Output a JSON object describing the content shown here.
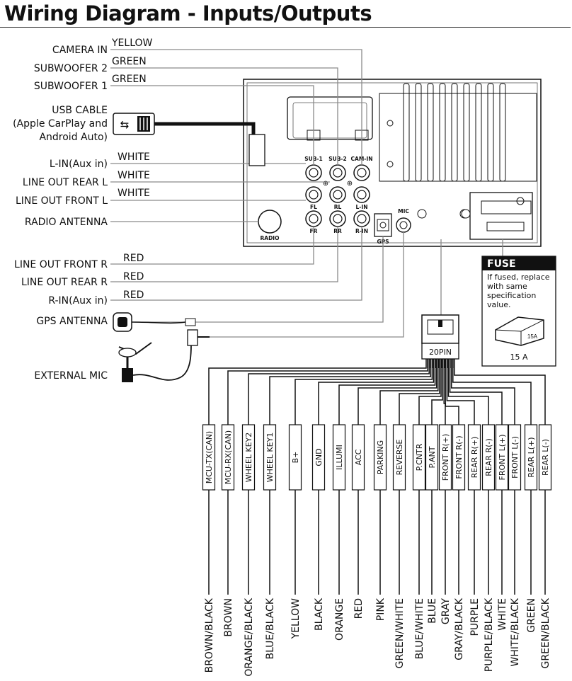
{
  "title": "Wiring Diagram - Inputs/Outputs",
  "left_labels": [
    {
      "name": "CAMERA IN",
      "color": "YELLOW"
    },
    {
      "name": "SUBWOOFER 2",
      "color": "GREEN"
    },
    {
      "name": "SUBWOOFER 1",
      "color": "GREEN"
    },
    {
      "name": "USB CABLE\n(Apple CarPlay and\nAndroid Auto)",
      "color": ""
    },
    {
      "name": "L-IN(Aux in)",
      "color": "WHITE"
    },
    {
      "name": "LINE OUT REAR L",
      "color": "WHITE"
    },
    {
      "name": "LINE OUT FRONT L",
      "color": "WHITE"
    },
    {
      "name": "RADIO ANTENNA",
      "color": ""
    },
    {
      "name": "LINE OUT FRONT R",
      "color": "RED"
    },
    {
      "name": "LINE OUT REAR R",
      "color": "RED"
    },
    {
      "name": "R-IN(Aux in)",
      "color": "RED"
    },
    {
      "name": "GPS ANTENNA",
      "color": ""
    },
    {
      "name": "EXTERNAL MIC",
      "color": ""
    }
  ],
  "jacks": {
    "sub1": "SUB-1",
    "sub2": "SUB-2",
    "camin": "CAM-IN",
    "fl": "FL",
    "rl": "RL",
    "lin": "L-IN",
    "fr": "FR",
    "rr": "RR",
    "rin": "R-IN",
    "radio": "RADIO",
    "gps": "GPS",
    "mic": "MIC"
  },
  "connector_label": "20PIN",
  "fuse": {
    "heading": "FUSE",
    "note": "If fused, replace\nwith same\nspecification\nvalue.",
    "rating": "15 A",
    "blade_mark": "15A"
  },
  "pins": [
    {
      "function": "MCU-TX(CAN)",
      "wire": "BROWN/BLACK"
    },
    {
      "function": "MCU-RX(CAN)",
      "wire": "BROWN"
    },
    {
      "function": "WHEEL KEY2",
      "wire": "ORANGE/BLACK"
    },
    {
      "function": "WHEEL KEY1",
      "wire": "BLUE/BLACK"
    },
    {
      "function": "B+",
      "wire": "YELLOW"
    },
    {
      "function": "GND",
      "wire": "BLACK"
    },
    {
      "function": "ILLUMI",
      "wire": "ORANGE"
    },
    {
      "function": "ACC",
      "wire": "RED"
    },
    {
      "function": "PARKING",
      "wire": "PINK"
    },
    {
      "function": "REVERSE",
      "wire": "GREEN/WHITE"
    },
    {
      "function": "P.CNTR",
      "wire": "BLUE/WHITE"
    },
    {
      "function": "P.ANT",
      "wire": "BLUE"
    },
    {
      "function": "FRONT R(+)",
      "wire": "GRAY"
    },
    {
      "function": "FRONT R(-)",
      "wire": "GRAY/BLACK"
    },
    {
      "function": "REAR R(+)",
      "wire": "PURPLE"
    },
    {
      "function": "REAR R(-)",
      "wire": "PURPLE/BLACK"
    },
    {
      "function": "FRONT L(+)",
      "wire": "WHITE"
    },
    {
      "function": "FRONT L(-)",
      "wire": "WHITE/BLACK"
    },
    {
      "function": "REAR L(+)",
      "wire": "GREEN"
    },
    {
      "function": "REAR L(-)",
      "wire": "GREEN/BLACK"
    }
  ]
}
